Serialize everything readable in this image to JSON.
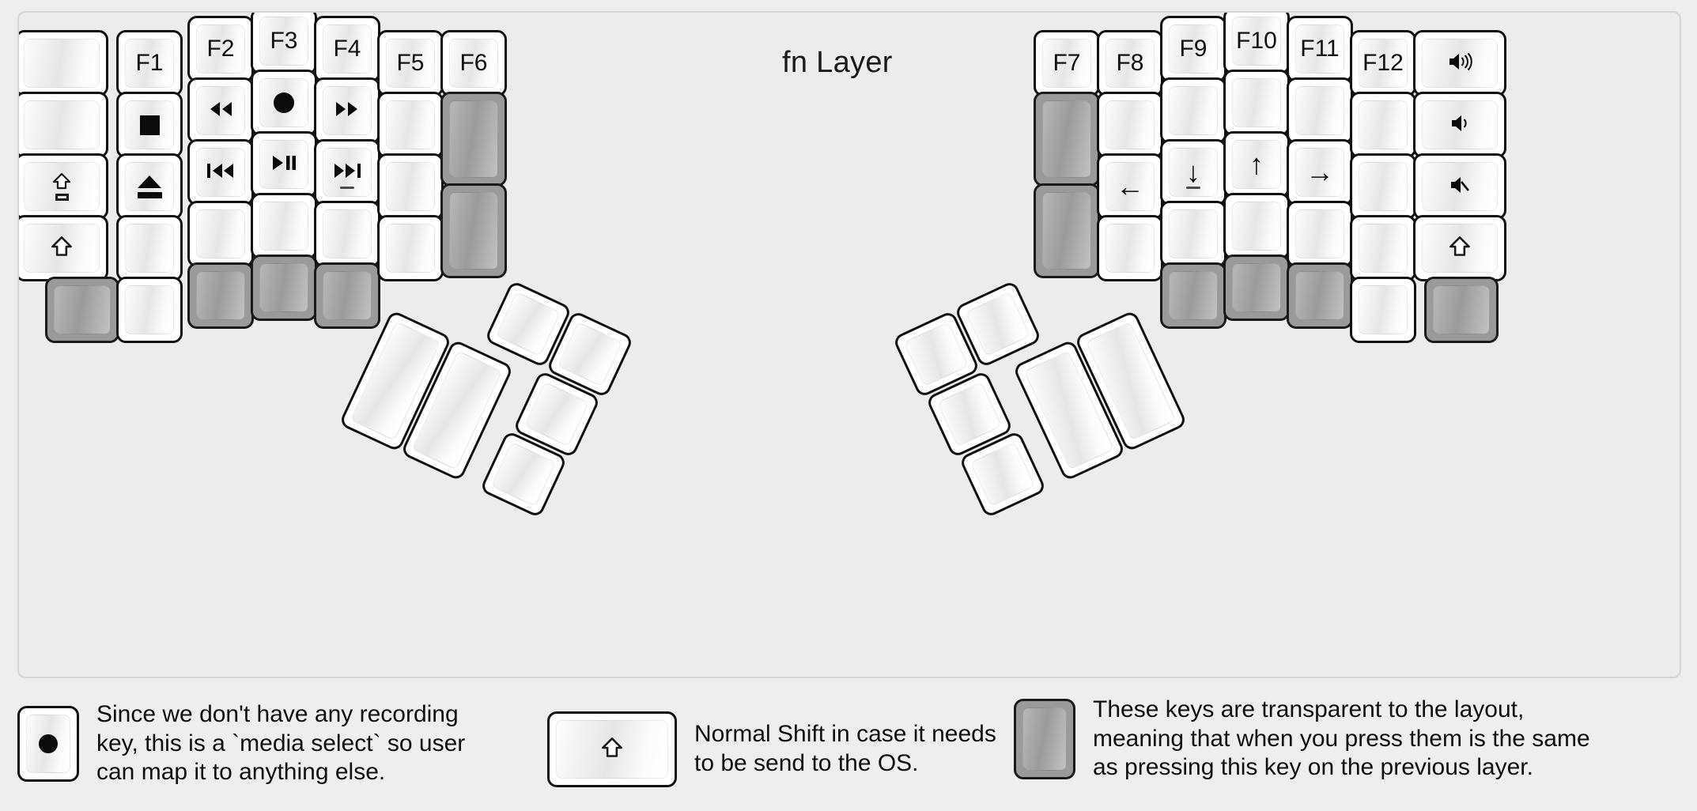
{
  "title": "fn Layer",
  "colors": {
    "page_background": "#eeeeee",
    "board_background": "#ececec",
    "key_border": "#111111",
    "key_face_light": "#ffffff",
    "transparent_key": "#9a9a9a",
    "label_text": "#121212"
  },
  "legend": [
    {
      "icon": "record-dot-icon",
      "key_style": "normal",
      "text": "Since we don't have any recording\nkey, this is a `media select` so user\ncan map it to anything else."
    },
    {
      "icon": "shift-arrow-icon",
      "key_style": "normal",
      "text": "Normal Shift in case it needs\nto be send to the OS."
    },
    {
      "icon": "blank-icon",
      "key_style": "transparent",
      "text": "These keys are transparent to the layout,\nmeaning that when you press them is the same\nas pressing this key on the previous layer."
    }
  ],
  "left_half": {
    "columns": [
      {
        "name": "col-pinky-outer",
        "keys": [
          {
            "name": "key-left-r1-c1",
            "label": "",
            "icon": "",
            "style": "normal"
          },
          {
            "name": "key-left-r2-c1",
            "label": "",
            "icon": "",
            "style": "normal"
          },
          {
            "name": "key-left-r3-c1",
            "label": "",
            "icon": "caps-lock-icon",
            "style": "normal"
          },
          {
            "name": "key-left-r4-c1",
            "label": "",
            "icon": "shift-arrow-icon",
            "style": "normal"
          },
          {
            "name": "key-left-r5-c1",
            "label": "",
            "icon": "",
            "style": "transparent"
          }
        ]
      },
      {
        "name": "col-pinky",
        "keys": [
          {
            "name": "key-left-r1-c2",
            "label": "F1",
            "icon": "",
            "style": "normal"
          },
          {
            "name": "key-left-r2-c2",
            "label": "",
            "icon": "media-stop-icon",
            "style": "normal"
          },
          {
            "name": "key-left-r3-c2",
            "label": "",
            "icon": "media-eject-icon",
            "style": "normal"
          },
          {
            "name": "key-left-r4-c2",
            "label": "",
            "icon": "",
            "style": "normal"
          },
          {
            "name": "key-left-r5-c2",
            "label": "",
            "icon": "",
            "style": "normal"
          }
        ]
      },
      {
        "name": "col-ring",
        "keys": [
          {
            "name": "key-left-r1-c3",
            "label": "F2",
            "icon": "",
            "style": "normal"
          },
          {
            "name": "key-left-r2-c3",
            "label": "",
            "icon": "media-rewind-icon",
            "style": "normal"
          },
          {
            "name": "key-left-r3-c3",
            "label": "",
            "icon": "media-previous-track-icon",
            "style": "normal"
          },
          {
            "name": "key-left-r4-c3",
            "label": "",
            "icon": "",
            "style": "normal"
          },
          {
            "name": "key-left-r5-c3",
            "label": "",
            "icon": "",
            "style": "transparent"
          }
        ]
      },
      {
        "name": "col-middle",
        "keys": [
          {
            "name": "key-left-r1-c4",
            "label": "F3",
            "icon": "",
            "style": "normal"
          },
          {
            "name": "key-left-r2-c4",
            "label": "",
            "icon": "media-record-icon",
            "style": "normal"
          },
          {
            "name": "key-left-r3-c4",
            "label": "",
            "icon": "media-play-pause-icon",
            "style": "normal"
          },
          {
            "name": "key-left-r4-c4",
            "label": "",
            "icon": "",
            "style": "normal"
          },
          {
            "name": "key-left-r5-c4",
            "label": "",
            "icon": "",
            "style": "transparent"
          }
        ]
      },
      {
        "name": "col-index",
        "keys": [
          {
            "name": "key-left-r1-c5",
            "label": "F4",
            "icon": "",
            "style": "normal"
          },
          {
            "name": "key-left-r2-c5",
            "label": "",
            "icon": "media-fast-forward-icon",
            "style": "normal"
          },
          {
            "name": "key-left-r3-c5",
            "label": "",
            "icon": "media-next-track-icon",
            "style": "normal",
            "home_dash": true
          },
          {
            "name": "key-left-r4-c5",
            "label": "",
            "icon": "",
            "style": "normal"
          },
          {
            "name": "key-left-r5-c5",
            "label": "",
            "icon": "",
            "style": "transparent"
          }
        ]
      },
      {
        "name": "col-index-inner",
        "keys": [
          {
            "name": "key-left-r1-c6",
            "label": "F5",
            "icon": "",
            "style": "normal"
          },
          {
            "name": "key-left-r2-c6",
            "label": "",
            "icon": "",
            "style": "normal"
          },
          {
            "name": "key-left-r3-c6",
            "label": "",
            "icon": "",
            "style": "normal"
          },
          {
            "name": "key-left-r4-c6",
            "label": "",
            "icon": "",
            "style": "normal"
          }
        ]
      },
      {
        "name": "col-inner",
        "keys": [
          {
            "name": "key-left-r1-c7",
            "label": "F6",
            "icon": "",
            "style": "normal"
          },
          {
            "name": "key-left-r2-c7",
            "label": "",
            "icon": "",
            "style": "transparent"
          },
          {
            "name": "key-left-r3-c7",
            "label": "",
            "icon": "",
            "style": "transparent"
          }
        ]
      }
    ],
    "thumb_cluster": [
      {
        "name": "key-left-thumb-1",
        "label": "",
        "style": "normal"
      },
      {
        "name": "key-left-thumb-2",
        "label": "",
        "style": "normal"
      },
      {
        "name": "key-left-thumb-3",
        "label": "",
        "style": "normal"
      },
      {
        "name": "key-left-thumb-4",
        "label": "",
        "style": "normal"
      },
      {
        "name": "key-left-thumb-5",
        "label": "",
        "style": "normal"
      },
      {
        "name": "key-left-thumb-6",
        "label": "",
        "style": "normal"
      }
    ]
  },
  "right_half": {
    "columns": [
      {
        "name": "col-inner",
        "keys": [
          {
            "name": "key-right-r1-c1",
            "label": "F7",
            "icon": "",
            "style": "normal"
          },
          {
            "name": "key-right-r2-c1",
            "label": "",
            "icon": "",
            "style": "transparent"
          },
          {
            "name": "key-right-r3-c1",
            "label": "",
            "icon": "",
            "style": "transparent"
          }
        ]
      },
      {
        "name": "col-index-inner",
        "keys": [
          {
            "name": "key-right-r1-c2",
            "label": "F8",
            "icon": "",
            "style": "normal"
          },
          {
            "name": "key-right-r2-c2",
            "label": "",
            "icon": "",
            "style": "normal"
          },
          {
            "name": "key-right-r3-c2",
            "label": "",
            "icon": "arrow-left-icon",
            "style": "normal"
          },
          {
            "name": "key-right-r4-c2",
            "label": "",
            "icon": "",
            "style": "normal"
          }
        ]
      },
      {
        "name": "col-index",
        "keys": [
          {
            "name": "key-right-r1-c3",
            "label": "F9",
            "icon": "",
            "style": "normal"
          },
          {
            "name": "key-right-r2-c3",
            "label": "",
            "icon": "",
            "style": "normal"
          },
          {
            "name": "key-right-r3-c3",
            "label": "",
            "icon": "arrow-down-icon",
            "style": "normal",
            "home_dash": true
          },
          {
            "name": "key-right-r4-c3",
            "label": "",
            "icon": "",
            "style": "normal"
          },
          {
            "name": "key-right-r5-c3",
            "label": "",
            "icon": "",
            "style": "transparent"
          }
        ]
      },
      {
        "name": "col-middle",
        "keys": [
          {
            "name": "key-right-r1-c4",
            "label": "F10",
            "icon": "",
            "style": "normal"
          },
          {
            "name": "key-right-r2-c4",
            "label": "",
            "icon": "",
            "style": "normal"
          },
          {
            "name": "key-right-r3-c4",
            "label": "",
            "icon": "arrow-up-icon",
            "style": "normal"
          },
          {
            "name": "key-right-r4-c4",
            "label": "",
            "icon": "",
            "style": "normal"
          },
          {
            "name": "key-right-r5-c4",
            "label": "",
            "icon": "",
            "style": "transparent"
          }
        ]
      },
      {
        "name": "col-ring",
        "keys": [
          {
            "name": "key-right-r1-c5",
            "label": "F11",
            "icon": "",
            "style": "normal"
          },
          {
            "name": "key-right-r2-c5",
            "label": "",
            "icon": "",
            "style": "normal"
          },
          {
            "name": "key-right-r3-c5",
            "label": "",
            "icon": "arrow-right-icon",
            "style": "normal"
          },
          {
            "name": "key-right-r4-c5",
            "label": "",
            "icon": "",
            "style": "normal"
          },
          {
            "name": "key-right-r5-c5",
            "label": "",
            "icon": "",
            "style": "transparent"
          }
        ]
      },
      {
        "name": "col-pinky",
        "keys": [
          {
            "name": "key-right-r1-c6",
            "label": "F12",
            "icon": "",
            "style": "normal"
          },
          {
            "name": "key-right-r2-c6",
            "label": "",
            "icon": "",
            "style": "normal"
          },
          {
            "name": "key-right-r3-c6",
            "label": "",
            "icon": "",
            "style": "normal"
          },
          {
            "name": "key-right-r4-c6",
            "label": "",
            "icon": "",
            "style": "normal"
          },
          {
            "name": "key-right-r5-c6",
            "label": "",
            "icon": "",
            "style": "normal"
          }
        ]
      },
      {
        "name": "col-pinky-outer",
        "keys": [
          {
            "name": "key-right-r1-c7",
            "label": "",
            "icon": "volume-up-icon",
            "style": "normal"
          },
          {
            "name": "key-right-r2-c7",
            "label": "",
            "icon": "volume-down-icon",
            "style": "normal"
          },
          {
            "name": "key-right-r3-c7",
            "label": "",
            "icon": "volume-mute-icon",
            "style": "normal"
          },
          {
            "name": "key-right-r4-c7",
            "label": "",
            "icon": "shift-arrow-icon",
            "style": "normal"
          },
          {
            "name": "key-right-r5-c7",
            "label": "",
            "icon": "",
            "style": "transparent"
          }
        ]
      }
    ],
    "thumb_cluster": [
      {
        "name": "key-right-thumb-1",
        "label": "",
        "style": "normal"
      },
      {
        "name": "key-right-thumb-2",
        "label": "",
        "style": "normal"
      },
      {
        "name": "key-right-thumb-3",
        "label": "",
        "style": "normal"
      },
      {
        "name": "key-right-thumb-4",
        "label": "",
        "style": "normal"
      },
      {
        "name": "key-right-thumb-5",
        "label": "",
        "style": "normal"
      },
      {
        "name": "key-right-thumb-6",
        "label": "",
        "style": "normal"
      }
    ]
  }
}
